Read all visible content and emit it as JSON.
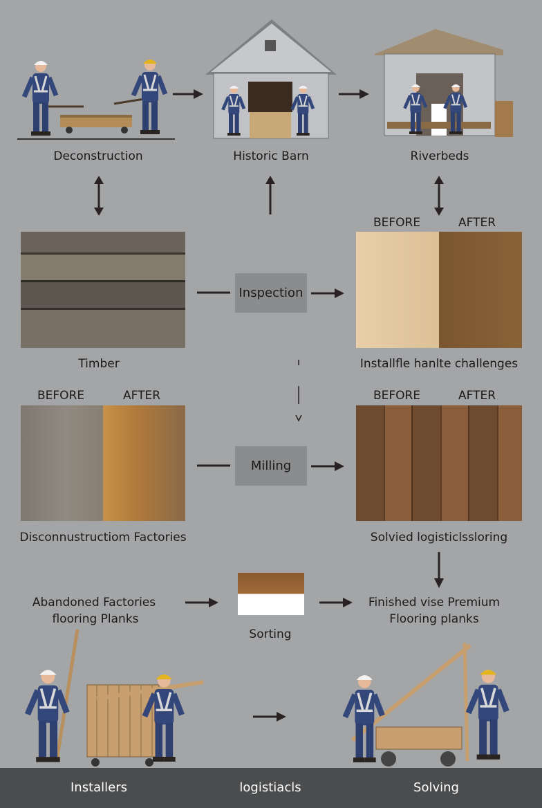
{
  "colors": {
    "background": "#a4a5a7",
    "footer": "#4b4c4d",
    "process_box": "#8b8c8e",
    "worker_uniform": "#33477a",
    "arrow": "#2a2222"
  },
  "top": {
    "deconstruction": "Deconstruction",
    "historic_barn": "Historic Barn",
    "riverbeds": "Riverbeds"
  },
  "middle": {
    "before": "BEFORE",
    "after": "AFTER",
    "timber": "Timber",
    "inspection": "Inspection",
    "installfle": "Installfle hanlte challenges",
    "milling": "Milling",
    "disconnustruction": "Disconnustructiom Factories",
    "solvied": "Solvied logisticlssloring"
  },
  "lower": {
    "abandoned_line1": "Abandoned Factories",
    "abandoned_line2": "flooring Planks",
    "sorting": "Sorting",
    "finished_line1": "Finished vise Premium",
    "finished_line2": "Flooring planks"
  },
  "footer": {
    "installers": "Installers",
    "logistics": "logistiacls",
    "solving": "Solving"
  }
}
